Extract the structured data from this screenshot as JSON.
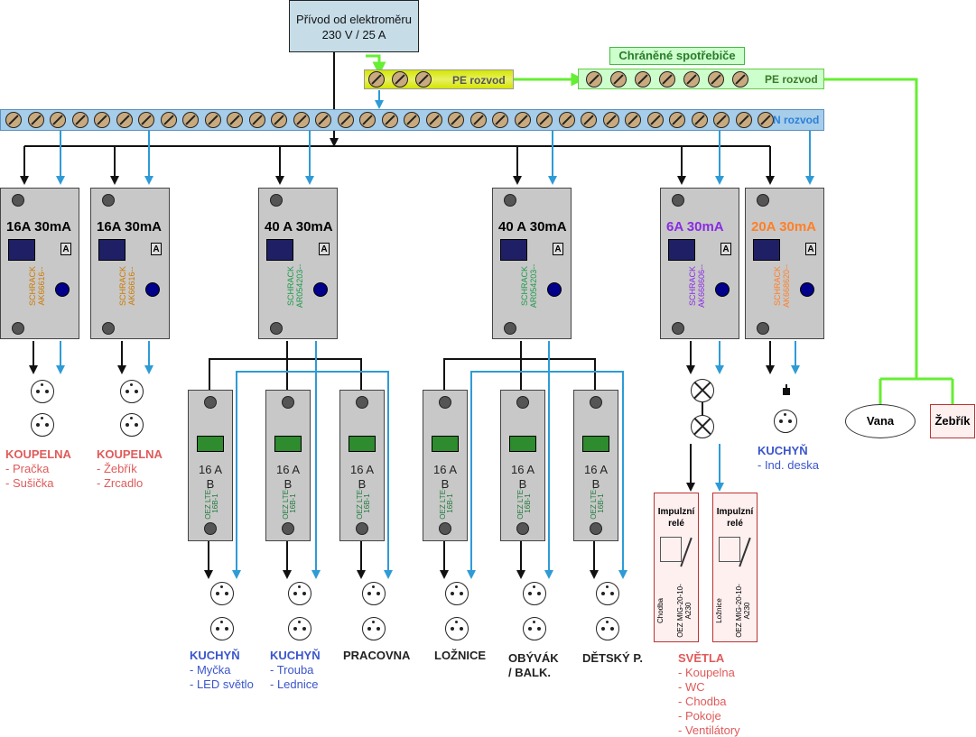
{
  "supply": {
    "line1": "Přívod od elektroměru",
    "line2": "230 V / 25 A"
  },
  "pe_bar_1": {
    "label": "PE rozvod"
  },
  "pe_bar_2": {
    "label": "PE rozvod"
  },
  "protected": {
    "label": "Chráněné spotřebiče"
  },
  "n_bar": {
    "label": "N rozvod"
  },
  "rcds": [
    {
      "rating": "16A 30mA",
      "text": "SCHRACK AK66616--",
      "color": "#cc7a00"
    },
    {
      "rating": "16A 30mA",
      "text": "SCHRACK AK66616--",
      "color": "#cc7a00"
    },
    {
      "rating": "40 A 30mA",
      "text": "SCHRACK AR054203--",
      "color": "#1e9a4a"
    },
    {
      "rating": "40 A 30mA",
      "text": "SCHRACK AR054203--",
      "color": "#1e9a4a"
    },
    {
      "rating": "6A  30mA",
      "text": "SCHRACK AK668606--",
      "color": "#8a2be2"
    },
    {
      "rating": "20A 30mA",
      "text": "SCHRACK AK668620--",
      "color": "#ff7f27"
    }
  ],
  "mcbs": [
    {
      "line1": "16 A",
      "line2": "B",
      "text": "OEZ LTE-16B-1"
    },
    {
      "line1": "16 A",
      "line2": "B",
      "text": "OEZ LTE-16B-1"
    },
    {
      "line1": "16 A",
      "line2": "B",
      "text": "OEZ LTE-16B-1"
    },
    {
      "line1": "16 A",
      "line2": "B",
      "text": "OEZ LTE-16B-1"
    },
    {
      "line1": "16 A",
      "line2": "B",
      "text": "OEZ LTE-16B-1"
    },
    {
      "line1": "16 A",
      "line2": "B",
      "text": "OEZ LTE-16B-1"
    }
  ],
  "relays": [
    {
      "title": "Impulzní relé",
      "side": "Chodba",
      "text": "OEZ MIG-20-10-A230"
    },
    {
      "title": "Impulzní relé",
      "side": "Ložnice",
      "text": "OEZ MIG-20-10-A230"
    }
  ],
  "rooms": {
    "koupelna1": {
      "title": "KOUPELNA",
      "items": [
        "- Pračka",
        "- Sušička"
      ],
      "color": "#e05a5a"
    },
    "koupelna2": {
      "title": "KOUPELNA",
      "items": [
        "- Žebřík",
        "- Zrcadlo"
      ],
      "color": "#e05a5a"
    },
    "kuchyn1": {
      "title": "KUCHYŇ",
      "items": [
        "- Myčka",
        "- LED světlo"
      ],
      "color": "#3a55cc"
    },
    "kuchyn2": {
      "title": "KUCHYŇ",
      "items": [
        "- Trouba",
        "- Lednice"
      ],
      "color": "#3a55cc"
    },
    "pracovna": {
      "title": "PRACOVNA",
      "items": [],
      "color": "#222222"
    },
    "loznice": {
      "title": "LOŽNICE",
      "items": [],
      "color": "#222222"
    },
    "obyvak": {
      "title": "OBÝVÁK",
      "title2": "/ BALK.",
      "items": [],
      "color": "#222222"
    },
    "detsky": {
      "title": "DĚTSKÝ P.",
      "items": [],
      "color": "#222222"
    },
    "svetla": {
      "title": "SVĚTLA",
      "items": [
        "- Koupelna",
        "- WC",
        "- Chodba",
        "- Pokoje",
        "- Ventilátory"
      ],
      "color": "#e05a5a"
    },
    "kuchyn3": {
      "title": "KUCHYŇ",
      "items": [
        "- Ind. deska"
      ],
      "color": "#3a55cc"
    }
  },
  "vana": {
    "label": "Vana"
  },
  "zebrik": {
    "label": "Žebřík"
  },
  "colors": {
    "phase": "#111111",
    "neutral": "#2e9bd6",
    "pe": "#66ee33"
  }
}
